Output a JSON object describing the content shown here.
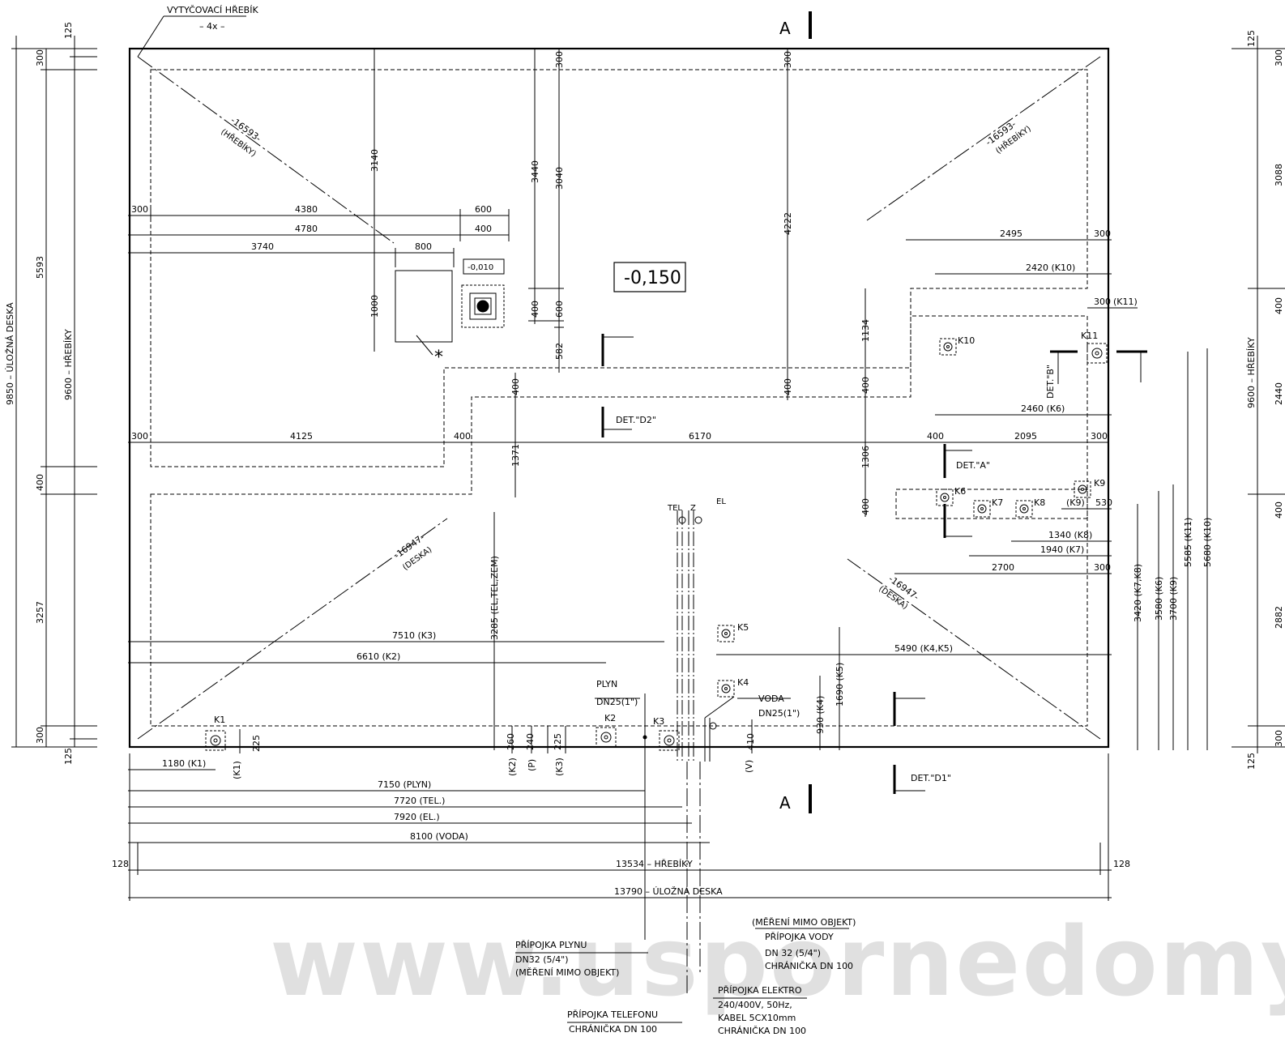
{
  "drawing": {
    "level_main": "-0,150",
    "level_small": "-0,010",
    "section_a": "A",
    "watermark": "www.uspornedomy",
    "nail_label": "VYTYČOVACÍ HŘEBÍK",
    "nail_count": "– 4x –",
    "diag_nails_left": "-16593-",
    "diag_nails_right": "-16593-",
    "diag_nails_note": "(HŘEBÍKY)",
    "diag_slab_left": "-16947-",
    "diag_slab_right": "-16947-",
    "diag_slab_note": "(DESKA)",
    "details": {
      "d2": "DET.\"D2\"",
      "a": "DET.\"A\"",
      "b": "DET.\"B\"",
      "d1": "DET.\"D1\""
    },
    "utilities": {
      "tel": "TEL",
      "z": "Z",
      "el": "EL",
      "plyn": "PLYN",
      "plyn_dn": "DN25(1\")",
      "voda": "VODA",
      "voda_dn": "DN25(1\")"
    },
    "columns": [
      "K1",
      "K2",
      "K3",
      "K4",
      "K5",
      "K6",
      "K7",
      "K8",
      "K9",
      "K10",
      "K11"
    ],
    "left_dims": {
      "d9850": "9850 – ÚLOŽNÁ DESKA",
      "d9600": "9600 – HŘEBÍKY",
      "d5593": "5593",
      "d3257": "3257",
      "d300a": "300",
      "d400": "400",
      "d300b": "300",
      "d125a": "125",
      "d125b": "125"
    },
    "right_dims": {
      "d125a": "125",
      "d300": "300",
      "d9600": "9600 – HŘEBÍKY",
      "d3088": "3088",
      "d400a": "400",
      "d2440": "2440",
      "d400b": "400",
      "d2882": "2882",
      "d300b": "300",
      "d125b": "125"
    },
    "top_dims": {
      "d300": "300",
      "d4380": "4380",
      "d600": "600",
      "d4780": "4780",
      "d400": "400",
      "d3740": "3740",
      "d800": "800",
      "d1000": "1000",
      "d3140": "3140",
      "d3440": "3440",
      "d3040": "3040",
      "d300a": "300",
      "d300b": "300",
      "d400v": "400",
      "d600v": "600",
      "d582": "582",
      "d4222": "4222",
      "d400c": "400"
    },
    "mid_dims": {
      "d300": "300",
      "d4125": "4125",
      "d400a": "400",
      "d6170": "6170",
      "d400b": "400",
      "d1371": "1371",
      "d2095": "2095",
      "d300r": "300",
      "d400c": "400",
      "d1306": "1306",
      "d400d": "400",
      "d1134": "1134",
      "d400e": "400"
    },
    "right_block": {
      "d2495": "2495",
      "d300a": "300",
      "d2420": "2420 (K10)",
      "d300b": "300",
      "k11": "(K11)",
      "d2460": "2460 (K6)",
      "d530": "530",
      "k9": "(K9)",
      "d1340": "1340 (K8)",
      "d1940": "1940 (K7)",
      "d2700": "2700",
      "d300c": "300",
      "d5490": "5490 (K4,K5)",
      "d1690": "1690 (K5)",
      "d930": "930 (K4)",
      "d3420": "3420 (K7,K8)",
      "d3580": "3580 (K6)",
      "d3700": "3700 (K9)",
      "d5585": "5585 (K11)",
      "d5680": "5680 (K10)"
    },
    "lower_dims": {
      "d3285": "3285 (EL,TEL,ZEM)",
      "d7510": "7510 (K3)",
      "d6610": "6610 (K2)",
      "d225a": "225",
      "d260": "260",
      "d240": "240",
      "d225b": "225",
      "d410": "410",
      "k1": "(K1)",
      "k2": "(K2)",
      "p": "(P)",
      "k3": "(K3)",
      "v": "(V)"
    },
    "bottom_dims": {
      "d1180": "1180 (K1)",
      "d7150": "7150 (PLYN)",
      "d7720": "7720 (TEL.)",
      "d7920": "7920 (EL.)",
      "d8100": "8100 (VODA)",
      "d128a": "128",
      "d13534": "13534 – HŘEBÍKY",
      "d128b": "128",
      "d13790": "13790 – ÚLOŽNÁ DESKA"
    },
    "notes": {
      "gas": [
        "PŘÍPOJKA PLYNU",
        "DN32 (5/4\")",
        "(MĚŘENÍ MIMO OBJEKT)"
      ],
      "water": [
        "(MĚŘENÍ MIMO OBJEKT)",
        "PŘÍPOJKA VODY",
        "DN 32 (5/4\")",
        "CHRÁNIČKA DN 100"
      ],
      "electro": [
        "PŘÍPOJKA ELEKTRO",
        "240/400V, 50Hz,",
        "KABEL 5CX10mm",
        "CHRÁNIČKA DN 100"
      ],
      "phone": [
        "PŘÍPOJKA TELEFONU",
        "CHRÁNIČKA DN 100"
      ]
    }
  }
}
